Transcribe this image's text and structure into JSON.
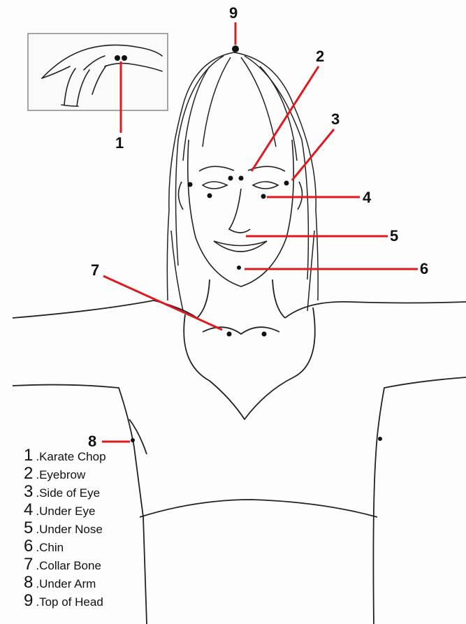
{
  "points": [
    {
      "number": "1",
      "label": "Karate Chop"
    },
    {
      "number": "2",
      "label": "Eyebrow"
    },
    {
      "number": "3",
      "label": "Side of Eye"
    },
    {
      "number": "4",
      "label": "Under Eye"
    },
    {
      "number": "5",
      "label": "Under Nose"
    },
    {
      "number": "6",
      "label": "Chin"
    },
    {
      "number": "7",
      "label": "Collar Bone"
    },
    {
      "number": "8",
      "label": "Under Arm"
    },
    {
      "number": "9",
      "label": "Top of Head"
    }
  ],
  "legend_separator": ".",
  "colors": {
    "pointer": "#e0191f",
    "ink": "#111111",
    "inset_border": "#888888"
  }
}
